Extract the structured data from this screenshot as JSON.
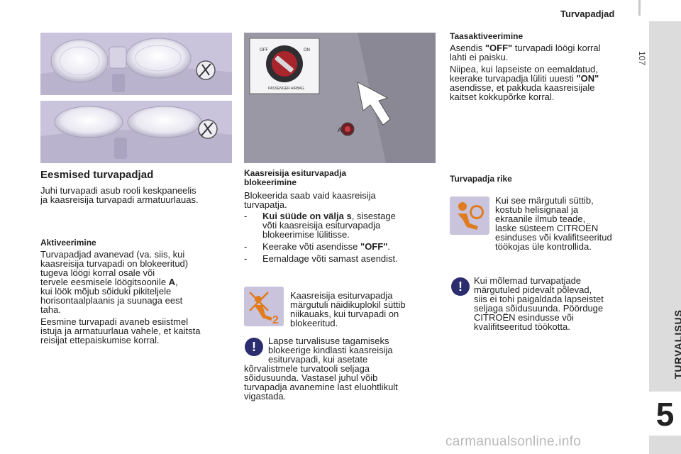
{
  "header": {
    "title": "Turvapadjad",
    "page_number": "107"
  },
  "sidebar": {
    "section_label": "TURVALISUS",
    "chapter_number": "5"
  },
  "left_column": {
    "heading": "Eesmised turvapadjad",
    "intro": [
      "Juhi turvapadi asub rooli keskpaneelis",
      "ja kaasreisija turvapadi armatuurlauas."
    ],
    "activation_heading": "Aktiveerimine",
    "activation_p1": [
      "Turvapadjad avanevad (va. siis, kui",
      "kaasreisija turvapadi on blokeeritud)",
      "tugeva löögi korral osale või",
      "tervele eesmisele löögitsoonile ",
      "kui löök mõjub sõiduki pikiteljele",
      "horisontaalplaanis ja suunaga eest",
      "taha."
    ],
    "activation_p1_bold": "A",
    "activation_p1_tail": ",",
    "activation_p2": [
      "Eesmine turvapadi avaneb esiistmel",
      "istuja ja armatuurlaua vahele, et kaitsta",
      "reisijat ettepaiskumise korral."
    ]
  },
  "middle_column": {
    "heading": [
      "Kaasreisija esiturvapadja",
      "blokeerimine"
    ],
    "intro": [
      "Blokeerida saab vaid kaasreisija",
      "turvapatja."
    ],
    "step1_bold": "Kui süüde on välja s",
    "step1": [
      ", sisestage",
      "võti kaasreisija esiturvapadja",
      "blokeerimise lülitisse."
    ],
    "step2_pre": "Keerake võti asendisse ",
    "step2_bold": "\"OFF\"",
    "step2_post": ".",
    "step3": "Eemaldage võti samast asendist.",
    "bullet": "-",
    "indicator_note": [
      "Kaasreisija esiturvapadja",
      "märgutuli näidikuplokil süttib",
      "niikauaks, kui turvapadi on",
      "blokeeritud."
    ],
    "child_warning": [
      "Lapse turvalisuse tagamiseks",
      "blokeerige kindlasti kaasreisija",
      "esiturvapadi, kui asetate",
      "kõrvalistmele turvatooli seljaga",
      "sõidusuunda. Vastasel juhul võib",
      "turvapadja avanemine last eluohtlikult",
      "vigastada."
    ]
  },
  "right_column": {
    "deactivation_heading": "Taasaktiveerimine",
    "deactivation_l1_pre": "Asendis ",
    "deactivation_l1_bold": "\"OFF\"",
    "deactivation_l1_post": " turvapadi löögi korral",
    "deactivation_l2": "lahti ei paisku.",
    "deactivation_p2": [
      "Niipea, kui lapseiste on eemaldatud,",
      "keerake turvapadja lüliti uuesti "
    ],
    "deactivation_p2_bold": "\"ON\"",
    "deactivation_p2_rest": [
      "asendisse, et pakkuda kaasreisijale",
      "kaitset kokkupõrke korral."
    ],
    "fault_heading": "Turvapadja rike",
    "fault_note": [
      "Kui see märgutuli süttib,",
      "kostub helisignaal ja",
      "ekraanile ilmub teade,",
      "laske süsteem CITROËN",
      "esinduses või kvalifitseeritud",
      "töökojas üle kontrollida."
    ],
    "both_lamps_note": [
      "Kui mõlemad turvapatjade",
      "märgutuled pidevalt põlevad,",
      "siis ei tohi paigaldada lapseistet",
      "seljaga sõidusuunda. Pöörduge",
      "CITROËN esindusse või",
      "kvalifitseeritud töökotta."
    ]
  },
  "icons": {
    "info_glyph": "!",
    "warning_color": "#c9c4db",
    "info_color": "#2c2d6e",
    "airbag_figure_color": "#e07b1f"
  },
  "figure_labels": {
    "switch_off": "OFF",
    "switch_on": "ON",
    "switch_caption": "PASSENGER AIRBAG",
    "callout": "A"
  },
  "watermark": "carmanualsonline.info"
}
